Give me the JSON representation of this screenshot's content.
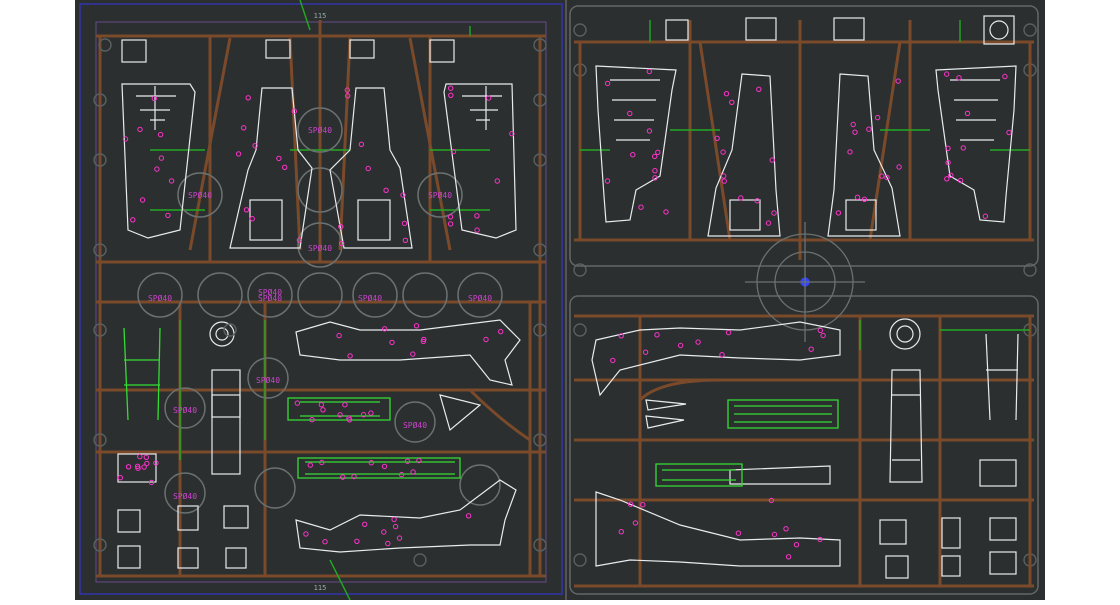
{
  "colors": {
    "background": "#ffffff",
    "canvas": "#2b2f2f",
    "runner": "#7a4a2a",
    "part_outline": "#e8ecef",
    "highlight_part": "#33dd33",
    "gate_marker": "#ff33cc",
    "frame_line": "#3333aa",
    "guide_line": "#22aa22",
    "circle": "#6b7070",
    "text_magenta": "#cc44cc",
    "center_mark": "#3344ff"
  },
  "icons": [
    "ejector-pin-circle-icon",
    "sprue-gate-icon",
    "center-crosshair-icon"
  ],
  "left_sheet": {
    "spot_labels": [
      "SPØ40",
      "SPØ40",
      "SPØ40",
      "SPØ40",
      "SPØ40",
      "SPØ40",
      "SPØ40",
      "SPØ40",
      "SPØ40",
      "SPØ40",
      "SPØ40",
      "SPØ40",
      "SPØ40"
    ],
    "dim_labels": [
      "115",
      "115"
    ]
  },
  "right_sheet": {
    "spot_labels": []
  }
}
